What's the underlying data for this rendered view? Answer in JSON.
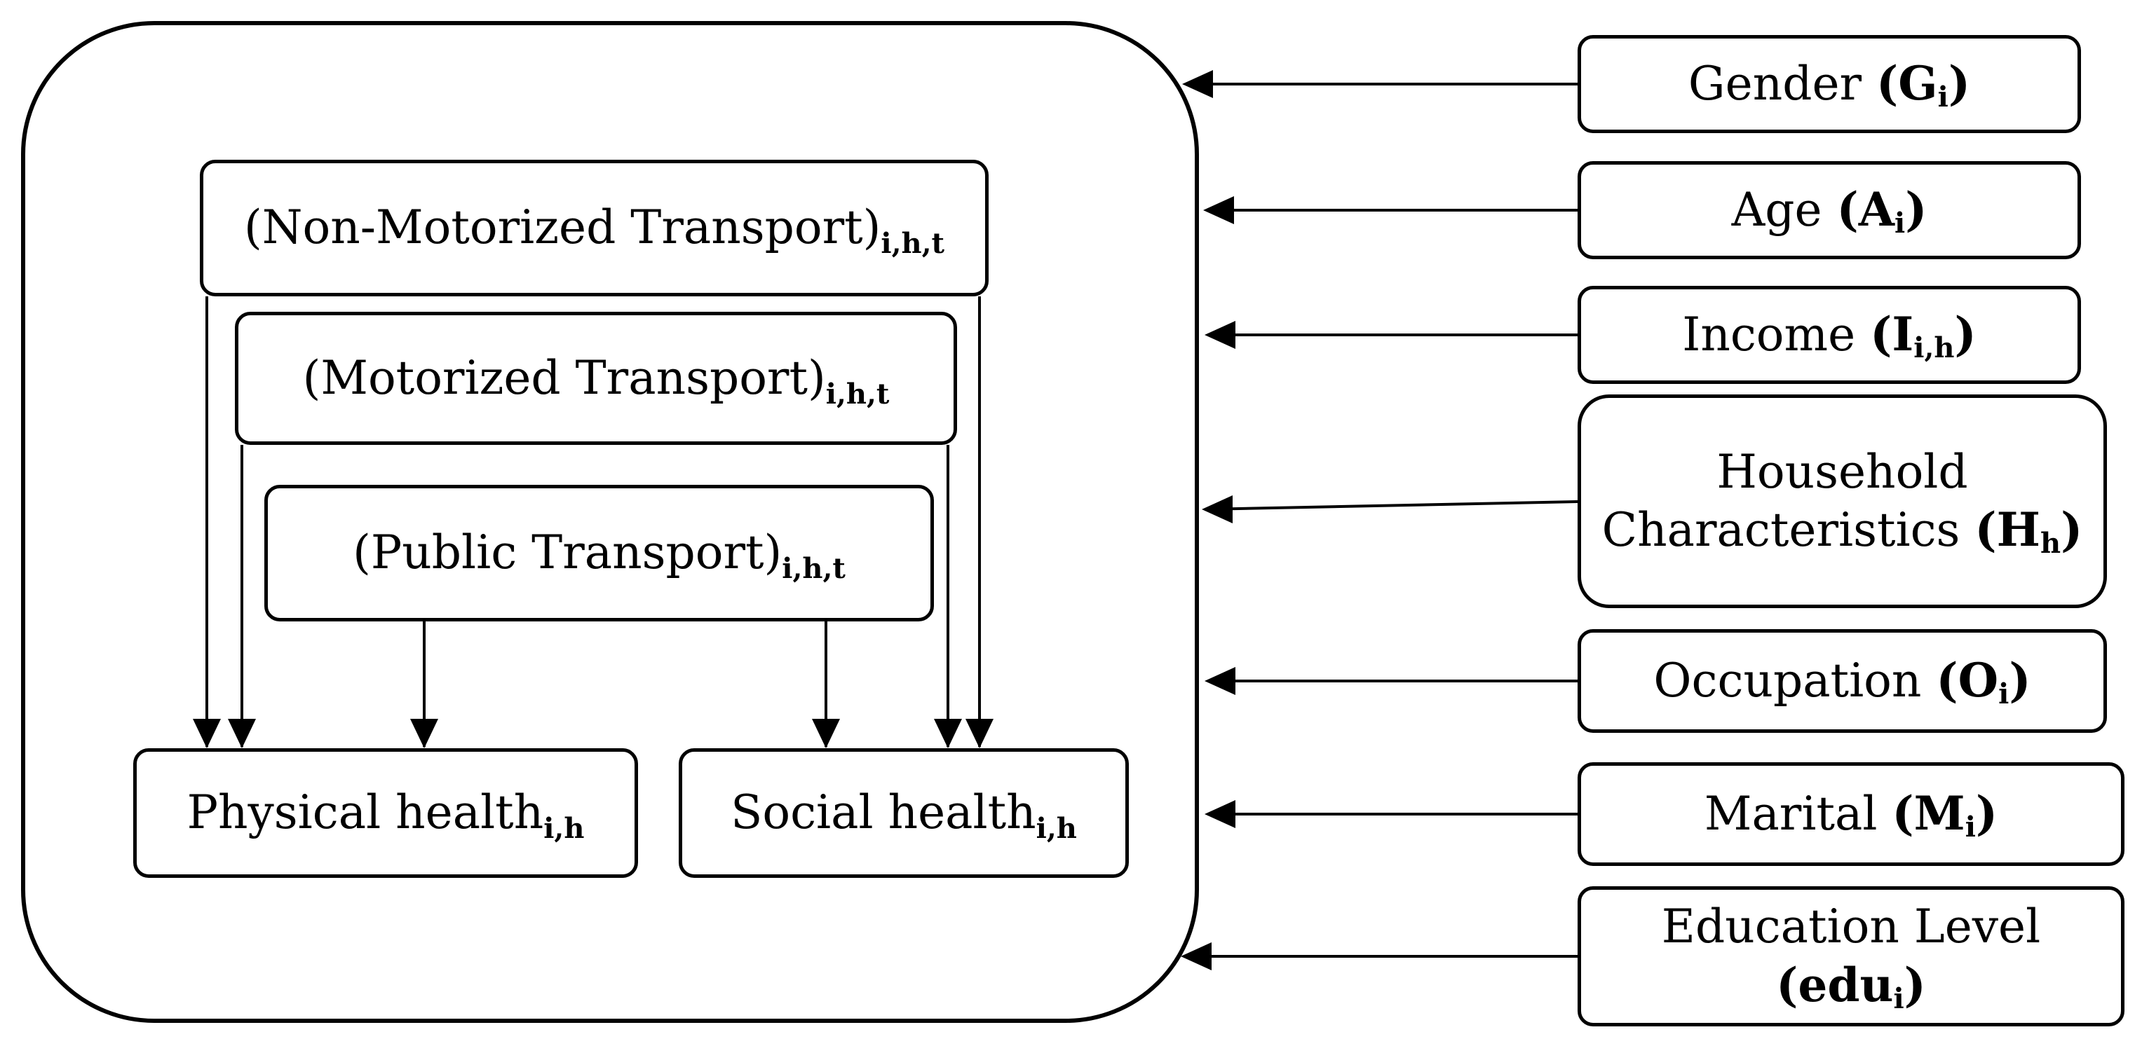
{
  "transport_boxes": {
    "non_motorized": {
      "label": "(Non-Motorized Transport)",
      "subscript": "i,h,t"
    },
    "motorized": {
      "label": "(Motorized Transport)",
      "subscript": "i,h,t"
    },
    "public": {
      "label": "(Public Transport)",
      "subscript": "i,h,t"
    }
  },
  "outcomes": {
    "physical": {
      "label": "Physical health",
      "subscript": "i,h"
    },
    "social": {
      "label": "Social health",
      "subscript": "i,h"
    }
  },
  "factors": {
    "gender": {
      "label": "Gender ",
      "open": "(",
      "symbol": "G",
      "sub": "i",
      "close": ")"
    },
    "age": {
      "label": "Age ",
      "open": "(",
      "symbol": "A",
      "sub": "i",
      "close": ")"
    },
    "income": {
      "label": "Income ",
      "open": "(",
      "symbol": "I",
      "sub": "i,h",
      "close": ")"
    },
    "household": {
      "line1": "Household",
      "label": "Characteristics ",
      "open": "(",
      "symbol": "H",
      "sub": "h",
      "close": ")"
    },
    "occupation": {
      "label": "Occupation ",
      "open": "(",
      "symbol": "O",
      "sub": "i",
      "close": ")"
    },
    "marital": {
      "label": "Marital ",
      "open": "(",
      "symbol": "M",
      "sub": "i",
      "close": ")"
    },
    "education": {
      "line1": "Education Level",
      "open": "(",
      "symbol": "edu",
      "sub": "i",
      "close": ")"
    }
  }
}
